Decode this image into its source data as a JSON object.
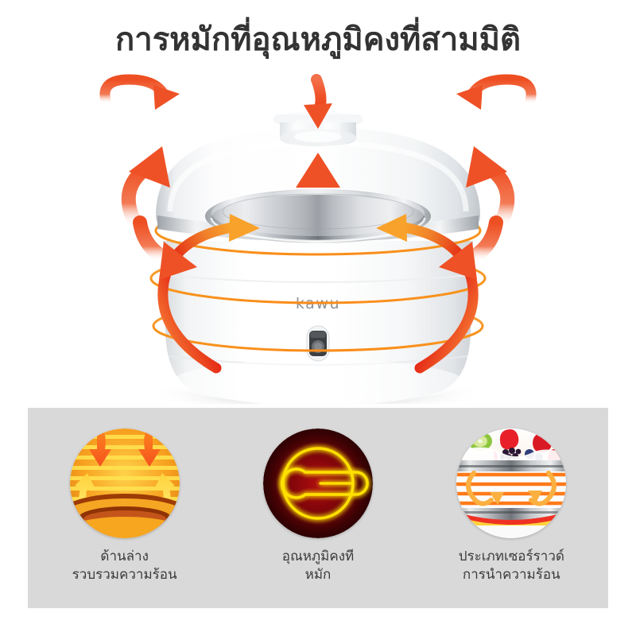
{
  "page": {
    "title": "การหมักที่อุณหภูมิคงที่สามมิติ",
    "background_color": "#ffffff",
    "title_color": "#333333"
  },
  "product": {
    "brand_label": "kawu",
    "body_color": "#ffffff",
    "inner_pot_color": "#b9bcc0",
    "lid_knob_label": "",
    "control_switch_name": "power-switch",
    "heat_ring_color": "#f7941e",
    "circulation_arrow_color_start": "#e8321a",
    "circulation_arrow_color_end": "#f9a22b",
    "top_arrow_color": "#f05a2c"
  },
  "panel": {
    "background_color": "#d9d9d9",
    "features": [
      {
        "icon": "bottom-heat-gather-icon",
        "caption_line1": "ด้านล่าง",
        "caption_line2": "รวบรวมความร้อน",
        "accent_color": "#f6a40b"
      },
      {
        "icon": "constant-temperature-thermometer-icon",
        "caption_line1": "อุณหภูมิคงที",
        "caption_line2": "หมัก",
        "accent_color": "#ffe000"
      },
      {
        "icon": "surround-heat-conduction-icon",
        "caption_line1": "ประเภทเซอร์ราวด์",
        "caption_line2": "การนำความร้อน",
        "accent_color": "#ff7a18"
      }
    ]
  }
}
